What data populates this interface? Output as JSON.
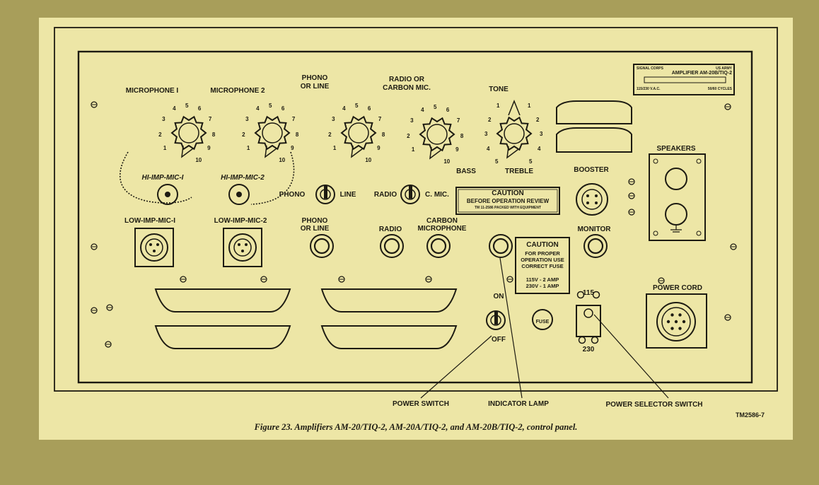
{
  "labels": {
    "mic1": "MICROPHONE I",
    "mic2": "MICROPHONE 2",
    "phono_line": [
      "PHONO",
      "OR LINE"
    ],
    "radio_carbon": [
      "RADIO OR",
      "CARBON MIC."
    ],
    "tone": "TONE",
    "bass": "BASS",
    "treble": "TREBLE",
    "hi_imp_1": "HI-IMP-MIC-I",
    "hi_imp_2": "HI-IMP-MIC-2",
    "low_imp_1": "LOW-IMP-MIC-I",
    "low_imp_2": "LOW-IMP-MIC-2",
    "phono_switch_left": "PHONO",
    "phono_switch_right": "LINE",
    "radio_switch_left": "RADIO",
    "radio_switch_right": "C. MIC.",
    "phono_jack": [
      "PHONO",
      "OR LINE"
    ],
    "radio_jack": "RADIO",
    "carbon_jack": [
      "CARBON",
      "MICROPHONE"
    ],
    "booster": "BOOSTER",
    "speakers": "SPEAKERS",
    "monitor": "MONITOR",
    "on": "ON",
    "off": "OFF",
    "fuse": "FUSE",
    "v115": "115",
    "v230": "230",
    "power_cord": "POWER CORD"
  },
  "dial_numbers": [
    "1",
    "2",
    "3",
    "4",
    "5",
    "6",
    "7",
    "8",
    "9",
    "10"
  ],
  "tone_numbers": [
    "1",
    "2",
    "3",
    "4",
    "5"
  ],
  "caution_review": {
    "title": "CAUTION",
    "line1": "BEFORE OPERATION REVIEW",
    "line2": "TM 11-2586 PACKED WITH EQUIPMENT"
  },
  "caution_fuse": {
    "title": "CAUTION",
    "lines": [
      "FOR PROPER",
      "OPERATION USE",
      "CORRECT FUSE"
    ],
    "ratings": [
      "115V - 2 AMP",
      "230V - 1 AMP"
    ]
  },
  "nameplate": {
    "top_left": "SIGNAL CORPS",
    "top_right": "US ARMY",
    "model": "AMPLIFIER AM-20B/TIQ-2",
    "bottom_left": "115/230 V.A.C.",
    "bottom_right": "50/60 CYCLES"
  },
  "callouts": {
    "power_switch": "POWER SWITCH",
    "indicator_lamp": "INDICATOR LAMP",
    "power_selector": "POWER SELECTOR SWITCH"
  },
  "tm_code": "TM2586-7",
  "caption": "Figure 23.  Amplifiers AM-20/TIQ-2, AM-20A/TIQ-2, and AM-20B/TIQ-2, control panel.",
  "colors": {
    "background": "#a89e5a",
    "paper": "#ede6a6",
    "ink": "#1d1b12"
  }
}
